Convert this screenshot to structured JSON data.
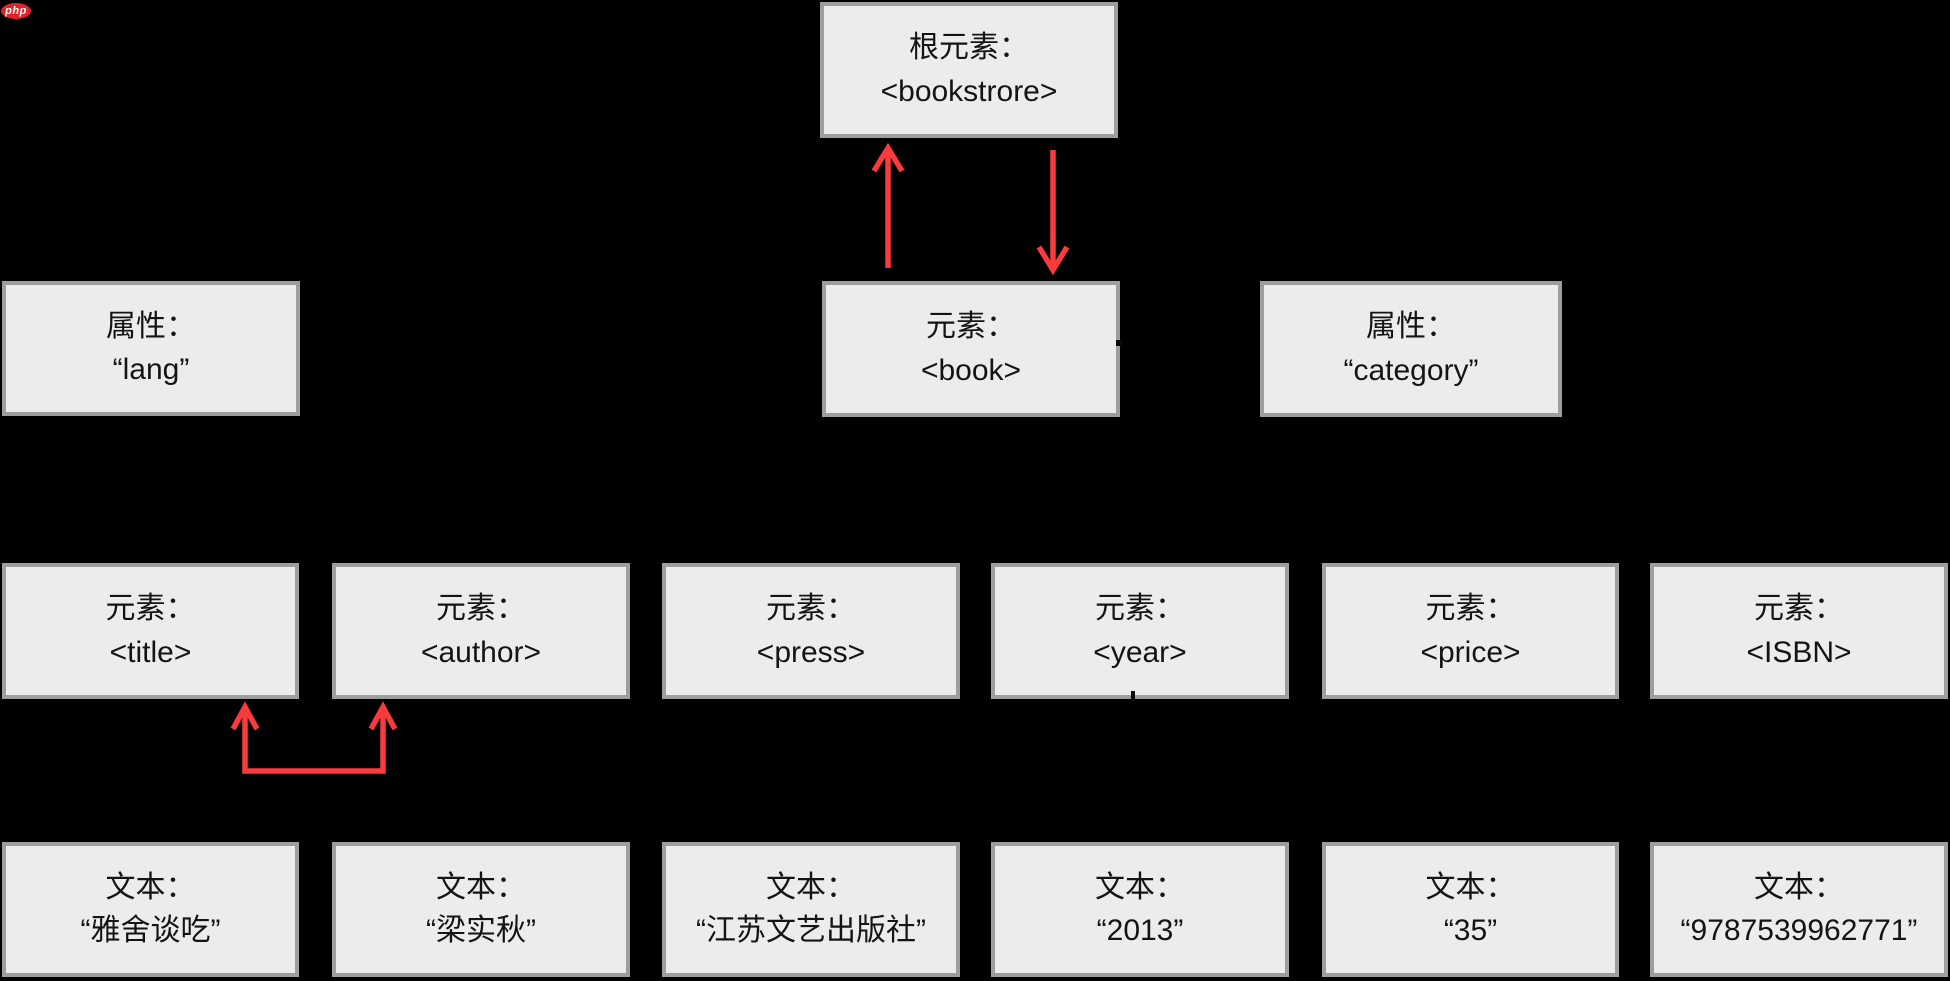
{
  "badge": {
    "label": "php"
  },
  "colors": {
    "background": "#000000",
    "box_fill": "#ececec",
    "box_border": "#9e9e9e",
    "text": "#141414",
    "arrow": "#f93b3d",
    "badge_bg": "#e2232a",
    "badge_text": "#ffffff"
  },
  "diagram": {
    "root": {
      "line1": "根元素：",
      "line2": "<bookstrore>"
    },
    "attr_lang": {
      "line1": "属性：",
      "line2": "“lang”"
    },
    "element_book": {
      "line1": "元素：",
      "line2": "<book>"
    },
    "attr_category": {
      "line1": "属性：",
      "line2": "“category”"
    },
    "child_elements": [
      {
        "line1": "元素：",
        "line2": "<title>"
      },
      {
        "line1": "元素：",
        "line2": "<author>"
      },
      {
        "line1": "元素：",
        "line2": "<press>"
      },
      {
        "line1": "元素：",
        "line2": "<year>"
      },
      {
        "line1": "元素：",
        "line2": "<price>"
      },
      {
        "line1": "元素：",
        "line2": "<ISBN>"
      }
    ],
    "text_nodes": [
      {
        "line1": "文本：",
        "line2": "“雅舍谈吃”"
      },
      {
        "line1": "文本：",
        "line2": "“梁实秋”"
      },
      {
        "line1": "文本：",
        "line2": "“江苏文艺出版社”"
      },
      {
        "line1": "文本：",
        "line2": "“2013”"
      },
      {
        "line1": "文本：",
        "line2": "“35”"
      },
      {
        "line1": "文本：",
        "line2": "“9787539962771”"
      }
    ],
    "arrows": [
      {
        "name": "book-to-root",
        "direction": "up"
      },
      {
        "name": "root-to-book",
        "direction": "down"
      },
      {
        "name": "title-author-sibling",
        "direction": "up-pair"
      }
    ]
  }
}
